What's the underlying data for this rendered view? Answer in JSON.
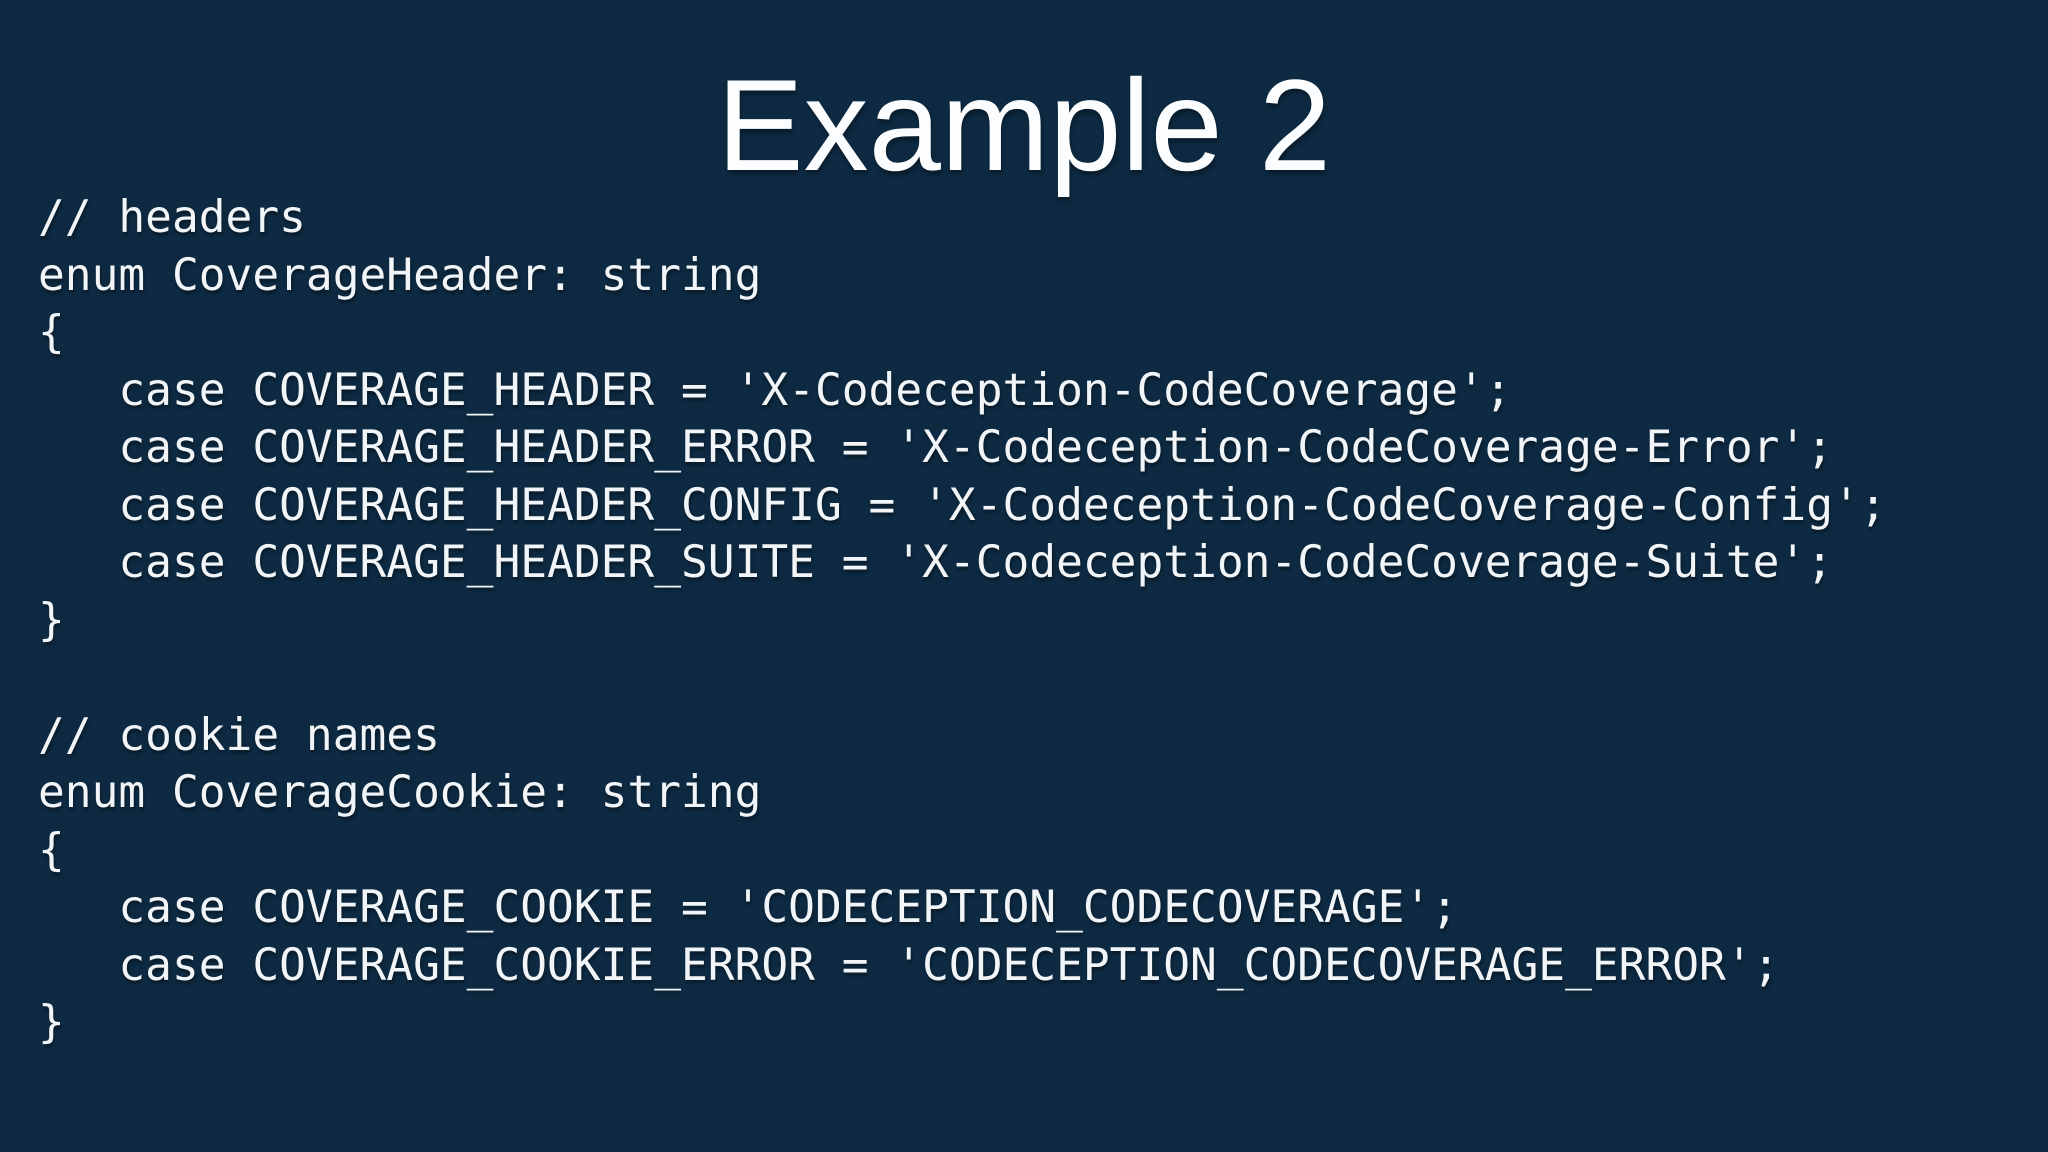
{
  "slide": {
    "title": "Example 2",
    "background_color": "#0d2a42",
    "title_color": "#fcfdfe",
    "code_color": "#f2f5f7"
  },
  "code_block": {
    "lines": [
      "// headers",
      "enum CoverageHeader: string",
      "{",
      "   case COVERAGE_HEADER = 'X-Codeception-CodeCoverage';",
      "   case COVERAGE_HEADER_ERROR = 'X-Codeception-CodeCoverage-Error';",
      "   case COVERAGE_HEADER_CONFIG = 'X-Codeception-CodeCoverage-Config';",
      "   case COVERAGE_HEADER_SUITE = 'X-Codeception-CodeCoverage-Suite';",
      "}",
      "",
      "// cookie names",
      "enum CoverageCookie: string",
      "{",
      "   case COVERAGE_COOKIE = 'CODECEPTION_CODECOVERAGE';",
      "   case COVERAGE_COOKIE_ERROR = 'CODECEPTION_CODECOVERAGE_ERROR';",
      "}"
    ]
  }
}
